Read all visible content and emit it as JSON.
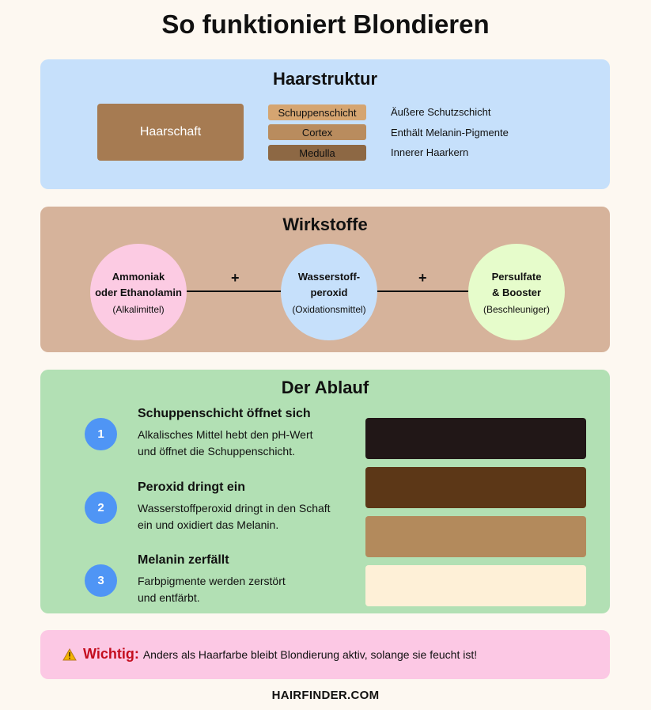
{
  "title": "So funktioniert Blondieren",
  "structure": {
    "title": "Haarstruktur",
    "shaft_label": "Haarschaft",
    "layers": [
      {
        "name": "Schuppenschicht",
        "description": "Äußere Schutzschicht",
        "color": "#d5a571"
      },
      {
        "name": "Cortex",
        "description": "Enthält Melanin-Pigmente",
        "color": "#b98c5e"
      },
      {
        "name": "Medulla",
        "description": "Innerer Haarkern",
        "color": "#8d6844"
      }
    ]
  },
  "ingredients": {
    "title": "Wirkstoffe",
    "plus_symbol": "+",
    "items": [
      {
        "name": "Ammoniak\noder Ethanolamin",
        "role": "(Alkalimittel)",
        "color": "#fccbe3"
      },
      {
        "name": "Wasserstoff-\nperoxid",
        "role": "(Oxidationsmittel)",
        "color": "#c6e0fb"
      },
      {
        "name": "Persulfate\n& Booster",
        "role": "(Beschleuniger)",
        "color": "#e6fccb"
      }
    ]
  },
  "process": {
    "title": "Der Ablauf",
    "steps": [
      {
        "number": "1",
        "title": "Schuppenschicht öffnet sich",
        "text": "Alkalisches Mittel hebt den pH-Wert\nund öffnet die Schuppenschicht."
      },
      {
        "number": "2",
        "title": "Peroxid dringt ein",
        "text": "Wasserstoffperoxid dringt in den Schaft\nein und oxidiert das Melanin."
      },
      {
        "number": "3",
        "title": "Melanin zerfällt",
        "text": "Farbpigmente werden zerstört\nund entfärbt."
      }
    ],
    "swatch_colors": [
      "#211717",
      "#5c3717",
      "#b38a5c",
      "#fef0d7"
    ]
  },
  "note": {
    "icon": "warning-icon",
    "label": "Wichtig:",
    "text": "Anders als Haarfarbe bleibt Blondierung aktiv, solange sie feucht ist!"
  },
  "footer": "HAIRFINDER.COM"
}
